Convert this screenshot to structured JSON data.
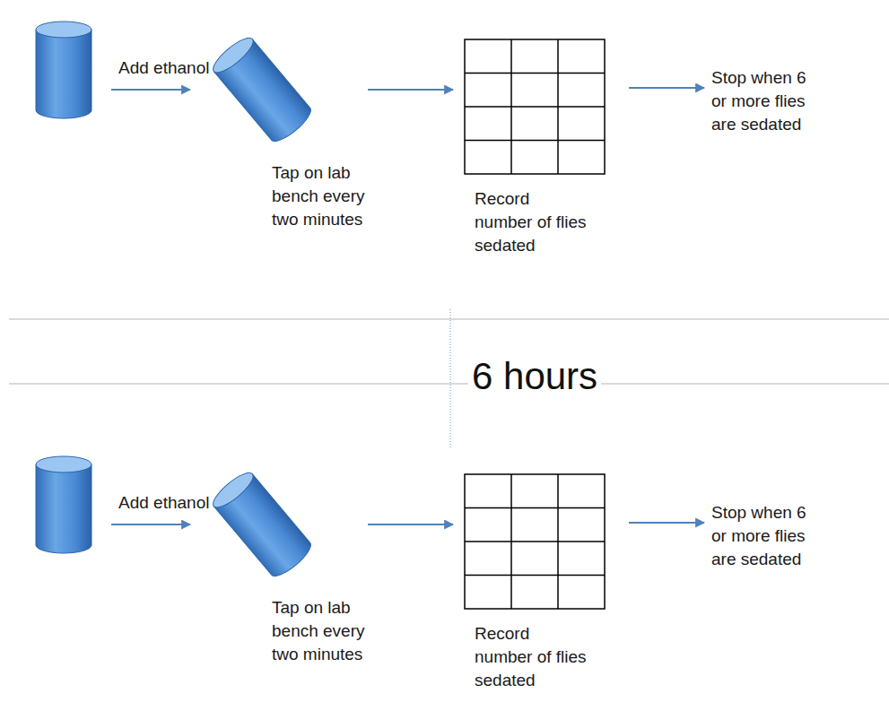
{
  "diagram": {
    "nodes": [
      {
        "text": []
      },
      {
        "text": [
          "Tap on lab bench every two minutes"
        ]
      },
      {
        "text": [
          "Record number of flies sedated"
        ]
      },
      {
        "text": [
          "Stop when 6 or more flies are sedated"
        ]
      },
      {
        "text": []
      },
      {
        "text": [
          "Tap on lab bench every two minutes"
        ]
      },
      {
        "text": [
          "Record number of flies sedated"
        ]
      },
      {
        "text": [
          "Stop when 6 or more flies are sedated"
        ]
      }
    ],
    "edges": [
      {
        "from": 0,
        "to": 1,
        "label": "Add ethanol",
        "arrow": "to"
      },
      {
        "from": 1,
        "to": 2,
        "arrow": "to"
      },
      {
        "from": 2,
        "to": 3,
        "arrow": "to"
      },
      {
        "from": 4,
        "to": 5,
        "label": "Add ethanol",
        "arrow": "to"
      },
      {
        "from": 5,
        "to": 6,
        "arrow": "to"
      },
      {
        "from": 6,
        "to": 7,
        "arrow": "to"
      }
    ],
    "labels": [
      "6 hours"
    ]
  }
}
